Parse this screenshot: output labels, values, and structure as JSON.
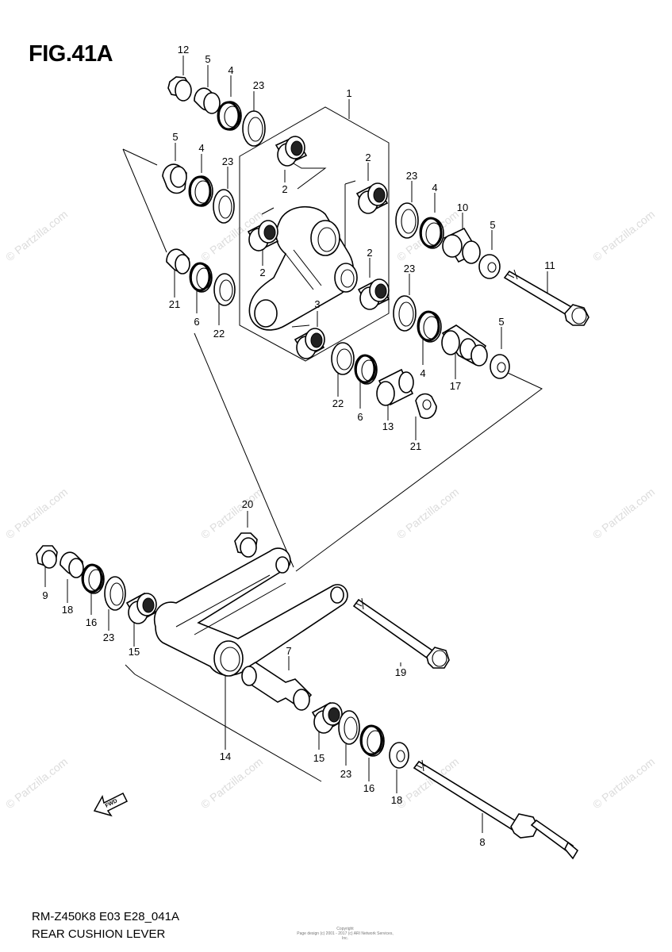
{
  "figure": {
    "title": "FIG.41A",
    "code": "RM-Z450K8 E03 E28_041A",
    "name": "REAR CUSHION LEVER"
  },
  "fwd_label": "FWD",
  "watermark": "© Partzilla.com",
  "copyright": {
    "line1": "Copyright",
    "line2": "Page design (c) 2001 - 2017 (c) ARI Network Services, Inc."
  },
  "callouts": [
    {
      "number": "12"
    },
    {
      "number": "5"
    },
    {
      "number": "4"
    },
    {
      "number": "23"
    },
    {
      "number": "1"
    },
    {
      "number": "5"
    },
    {
      "number": "4"
    },
    {
      "number": "23"
    },
    {
      "number": "2"
    },
    {
      "number": "2"
    },
    {
      "number": "21"
    },
    {
      "number": "6"
    },
    {
      "number": "22"
    },
    {
      "number": "2"
    },
    {
      "number": "2"
    },
    {
      "number": "3"
    },
    {
      "number": "23"
    },
    {
      "number": "4"
    },
    {
      "number": "10"
    },
    {
      "number": "5"
    },
    {
      "number": "11"
    },
    {
      "number": "23"
    },
    {
      "number": "5"
    },
    {
      "number": "4"
    },
    {
      "number": "17"
    },
    {
      "number": "22"
    },
    {
      "number": "6"
    },
    {
      "number": "13"
    },
    {
      "number": "21"
    },
    {
      "number": "20"
    },
    {
      "number": "9"
    },
    {
      "number": "18"
    },
    {
      "number": "16"
    },
    {
      "number": "23"
    },
    {
      "number": "15"
    },
    {
      "number": "7"
    },
    {
      "number": "19"
    },
    {
      "number": "14"
    },
    {
      "number": "15"
    },
    {
      "number": "23"
    },
    {
      "number": "16"
    },
    {
      "number": "18"
    },
    {
      "number": "8"
    }
  ],
  "colors": {
    "line": "#000000",
    "watermark": "#d9d9d9",
    "background": "#ffffff"
  }
}
